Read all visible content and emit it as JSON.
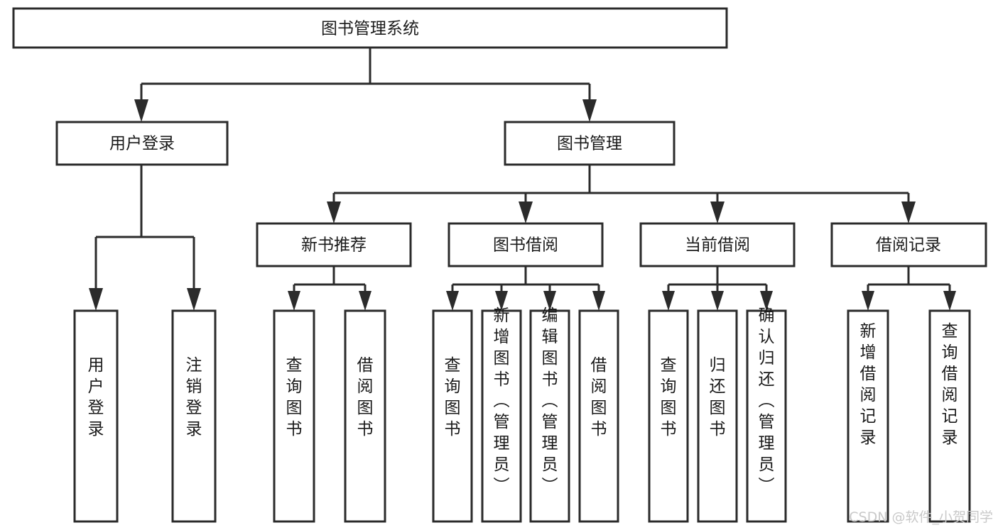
{
  "diagram": {
    "title": "图书管理系统",
    "type": "hierarchy-tree",
    "orientation": "top-down",
    "levels": 4,
    "colors": {
      "box_stroke": "#2b2b2b",
      "box_fill": "#ffffff",
      "connector": "#2b2b2b",
      "text": "#1a1a1a",
      "watermark": "#c9c9c9",
      "background": "#ffffff"
    },
    "root": {
      "label": "图书管理系统"
    },
    "level2": [
      {
        "label": "用户登录"
      },
      {
        "label": "图书管理"
      }
    ],
    "level3": [
      {
        "label": "新书推荐"
      },
      {
        "label": "图书借阅"
      },
      {
        "label": "当前借阅"
      },
      {
        "label": "借阅记录"
      }
    ],
    "leaves": {
      "user_login": [
        {
          "label": "用户登录"
        },
        {
          "label": "注销登录"
        }
      ],
      "new_book_recommend": [
        {
          "label": "查询图书"
        },
        {
          "label": "借阅图书"
        }
      ],
      "book_borrow": [
        {
          "label": "查询图书"
        },
        {
          "label": "新增图书（管理员）"
        },
        {
          "label": "编辑图书（管理员）"
        },
        {
          "label": "借阅图书"
        }
      ],
      "current_borrow": [
        {
          "label": "查询图书"
        },
        {
          "label": "归还图书"
        },
        {
          "label": "确认归还（管理员）"
        }
      ],
      "borrow_record": [
        {
          "label": "新增借阅记录"
        },
        {
          "label": "查询借阅记录"
        }
      ]
    }
  },
  "watermark": {
    "text": "CSDN @软件_小贺同学"
  }
}
